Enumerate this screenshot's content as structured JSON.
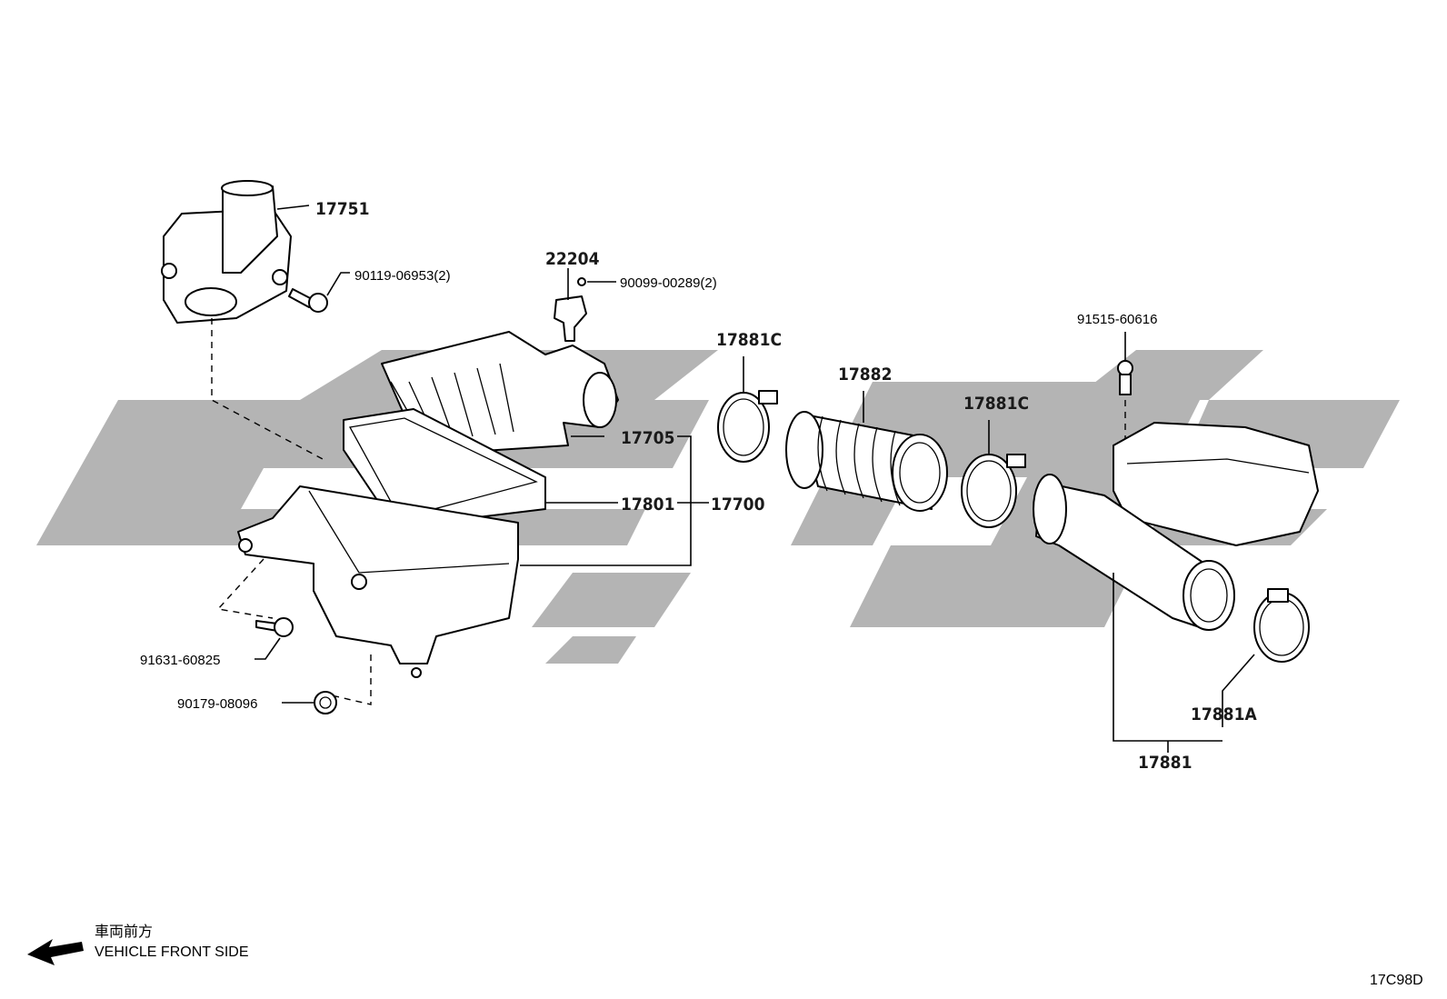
{
  "diagram": {
    "parts": {
      "p17751": "17751",
      "p90119": "90119-06953(2)",
      "p22204": "22204",
      "p90099": "90099-00289(2)",
      "p17881C_a": "17881C",
      "p17882": "17882",
      "p17881C_b": "17881C",
      "p91515": "91515-60616",
      "p17705": "17705",
      "p17801": "17801",
      "p17700": "17700",
      "p91631": "91631-60825",
      "p90179": "90179-08096",
      "p17881A": "17881A",
      "p17881": "17881"
    },
    "direction_note": {
      "jp": "車両前方",
      "en": "VEHICLE FRONT SIDE",
      "icon": "arrow-left-icon"
    },
    "figure_code": "17C98D",
    "watermark_color": "#b4b4b4"
  }
}
